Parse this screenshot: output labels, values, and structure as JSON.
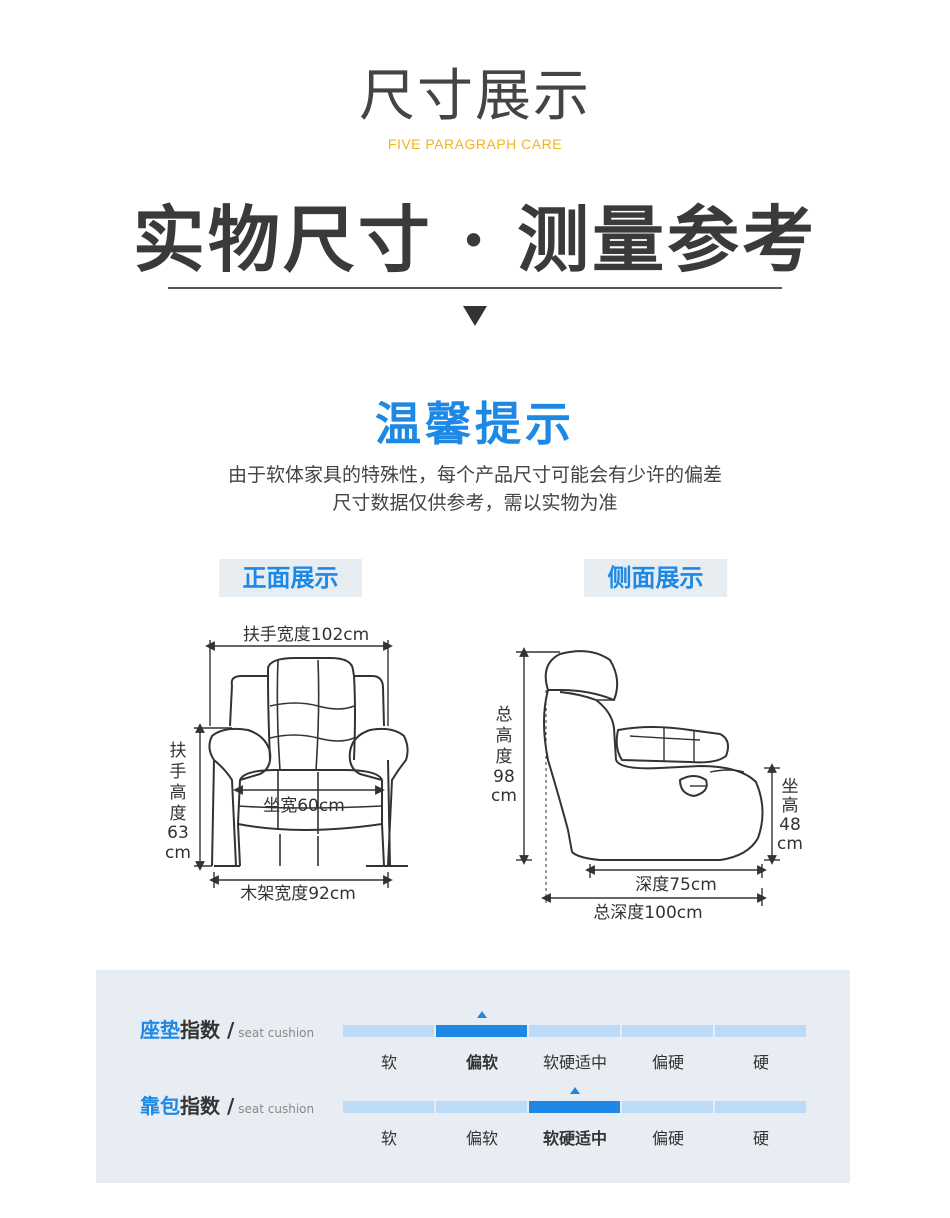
{
  "header": {
    "title": "尺寸展示",
    "subtitle": "FIVE PARAGRAPH CARE"
  },
  "section": {
    "title": "实物尺寸 · 测量参考"
  },
  "tip": {
    "title": "温馨提示",
    "lines": [
      "由于软体家具的特殊性，每个产品尺寸可能会有少许的偏差",
      "尺寸数据仅供参考，需以实物为准"
    ]
  },
  "views": {
    "front": {
      "label": "正面展示",
      "armrest_width": "扶手宽度102cm",
      "armrest_height": [
        "扶",
        "手",
        "高",
        "度",
        "63",
        "cm"
      ],
      "seat_width": "坐宽60cm",
      "frame_width": "木架宽度92cm"
    },
    "side": {
      "label": "侧面展示",
      "total_height": [
        "总",
        "高",
        "度",
        "98",
        "cm"
      ],
      "seat_height": [
        "坐",
        "高",
        "48",
        "cm"
      ],
      "depth": "深度75cm",
      "total_depth": "总深度100cm"
    }
  },
  "indices": {
    "levels": [
      "软",
      "偏软",
      "软硬适中",
      "偏硬",
      "硬"
    ],
    "seat": {
      "label_hl": "座垫",
      "label_rest": "指数",
      "slash": "/",
      "en": "seat cushion",
      "selected": 1
    },
    "back": {
      "label_hl": "靠包",
      "label_rest": "指数",
      "slash": "/",
      "en": "seat cushion",
      "selected": 2
    }
  },
  "colors": {
    "accent": "#1e88e5",
    "bar_light": "#bddaf7",
    "subtitle": "#f2b320",
    "panel_bg": "#e8edf3"
  }
}
